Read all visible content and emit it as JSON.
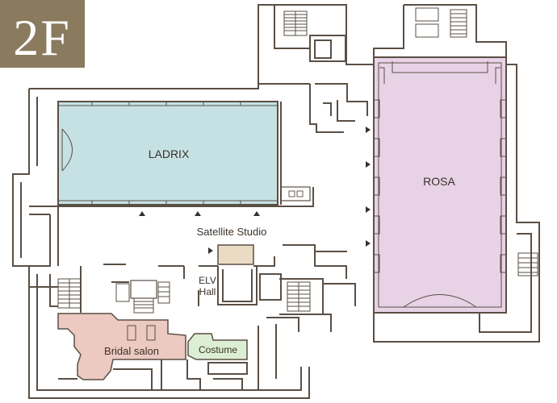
{
  "floor": {
    "badge_text": "2F",
    "badge_color": "#8a7a5e"
  },
  "rooms": {
    "ladrix": {
      "label": "LADRIX",
      "color": "#c5e1e4"
    },
    "rosa": {
      "label": "ROSA",
      "color": "#e8d2e6"
    },
    "satellite_studio": {
      "label": "Satellite Studio",
      "color": "#eadbc4"
    },
    "elv_hall": {
      "label_line1": "ELV",
      "label_line2": "Hall"
    },
    "bridal_salon": {
      "label": "Bridal salon",
      "color": "#ecc9c1"
    },
    "costume": {
      "label": "Costume",
      "color": "#dcefd5"
    }
  },
  "colors": {
    "wall": "#5a4f45",
    "text": "#3b3028",
    "background": "#ffffff"
  },
  "markers": {
    "icon": "triangle-arrow-icon"
  }
}
